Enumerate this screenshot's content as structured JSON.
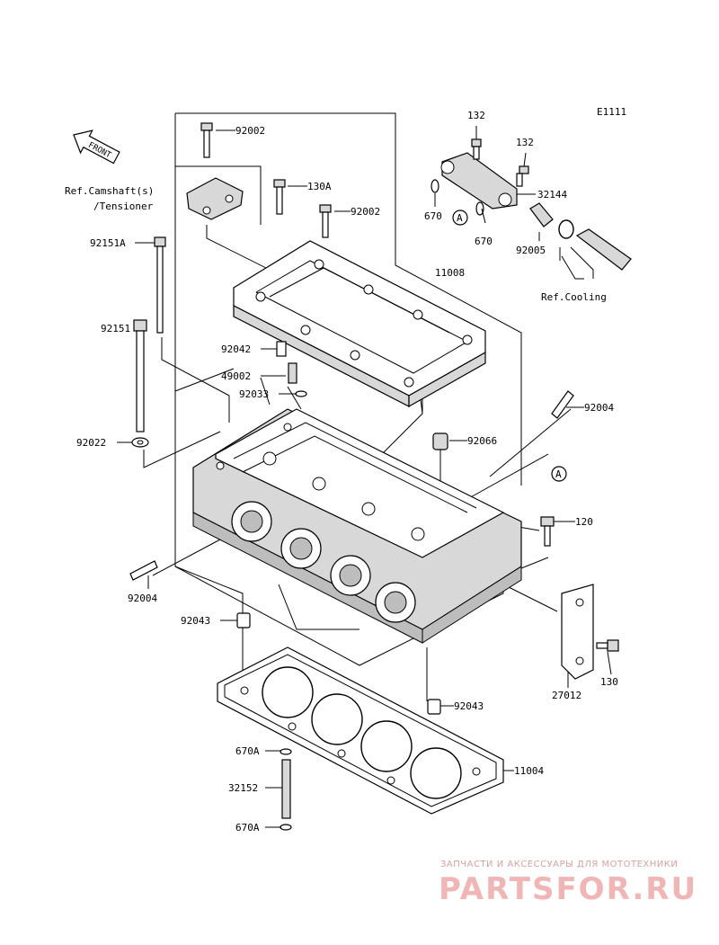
{
  "diagram": {
    "code": "E1111",
    "front_label": "FRONT",
    "labels": {
      "p92002_top": "92002",
      "ref_camshaft_1": "Ref.Camshaft(s)",
      "ref_camshaft_2": "/Tensioner",
      "p130A": "130A",
      "p92002_mid": "92002",
      "p92151A": "92151A",
      "p11008": "11008",
      "p92151": "92151",
      "p92042": "92042",
      "p49002": "49002",
      "p92033": "92033",
      "p92004_right": "92004",
      "p92022": "92022",
      "p92066": "92066",
      "pA_right": "A",
      "p120": "120",
      "p92004_left": "92004",
      "p92043_left": "92043",
      "p130": "130",
      "p27012": "27012",
      "p92043_right": "92043",
      "p670A_top": "670A",
      "p11004": "11004",
      "p32152": "32152",
      "p670A_bottom": "670A",
      "p132_top": "132",
      "p132_right": "132",
      "p32144": "32144",
      "p670_left": "670",
      "pA_cool": "A",
      "p670_mid": "670",
      "p92005": "92005",
      "ref_cooling": "Ref.Cooling"
    }
  },
  "watermark": {
    "tagline": "ЗАПЧАСТИ И АКСЕССУАРЫ ДЛЯ МОТОТЕХНИКИ",
    "brand": "PARTSFOR.RU"
  }
}
